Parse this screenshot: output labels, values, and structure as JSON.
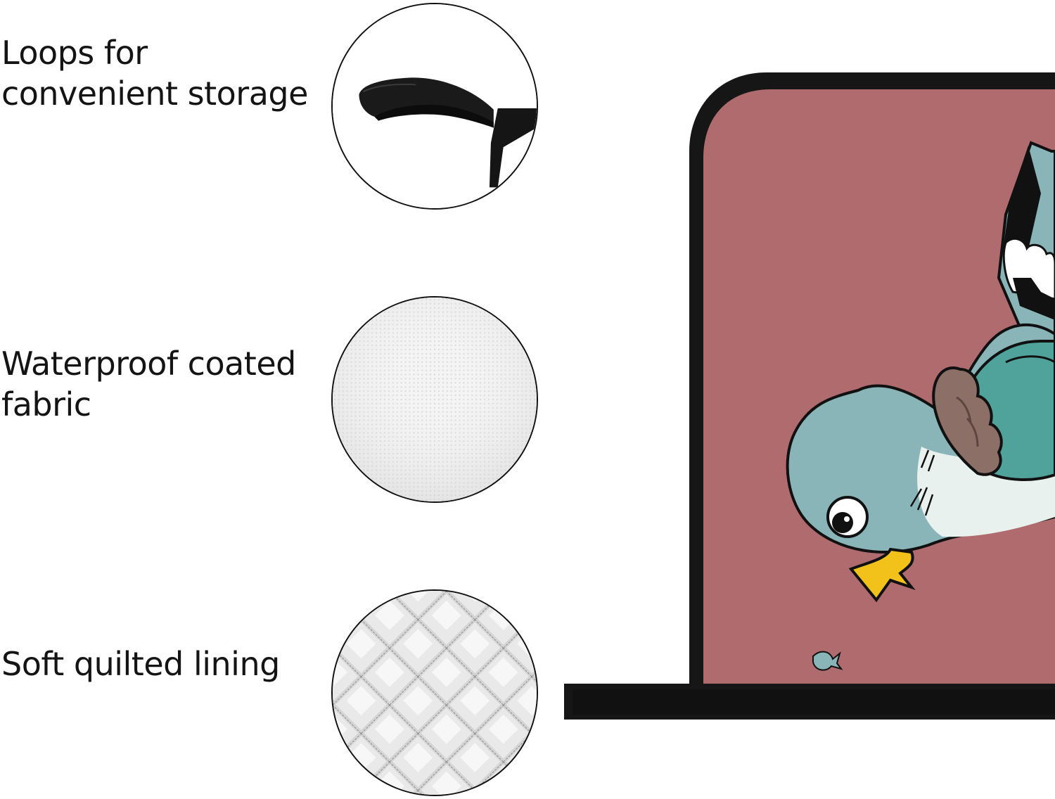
{
  "features": [
    {
      "lines": [
        "Loops for",
        "convenient storage"
      ],
      "detail_icon": "hanging-loop-icon"
    },
    {
      "lines": [
        "Waterproof coated",
        "fabric"
      ],
      "detail_icon": "coated-fabric-swatch-icon"
    },
    {
      "lines": [
        "Soft quilted lining"
      ],
      "detail_icon": "quilted-lining-swatch-icon"
    }
  ],
  "colors": {
    "mitt_fill": "#b06b6f",
    "mitt_border": "#161616",
    "bird_body": "#8ab5b8",
    "bird_wing_teal": "#4fa39b",
    "bird_wing_brown": "#8c6f66",
    "bird_beak": "#f2c21b"
  }
}
